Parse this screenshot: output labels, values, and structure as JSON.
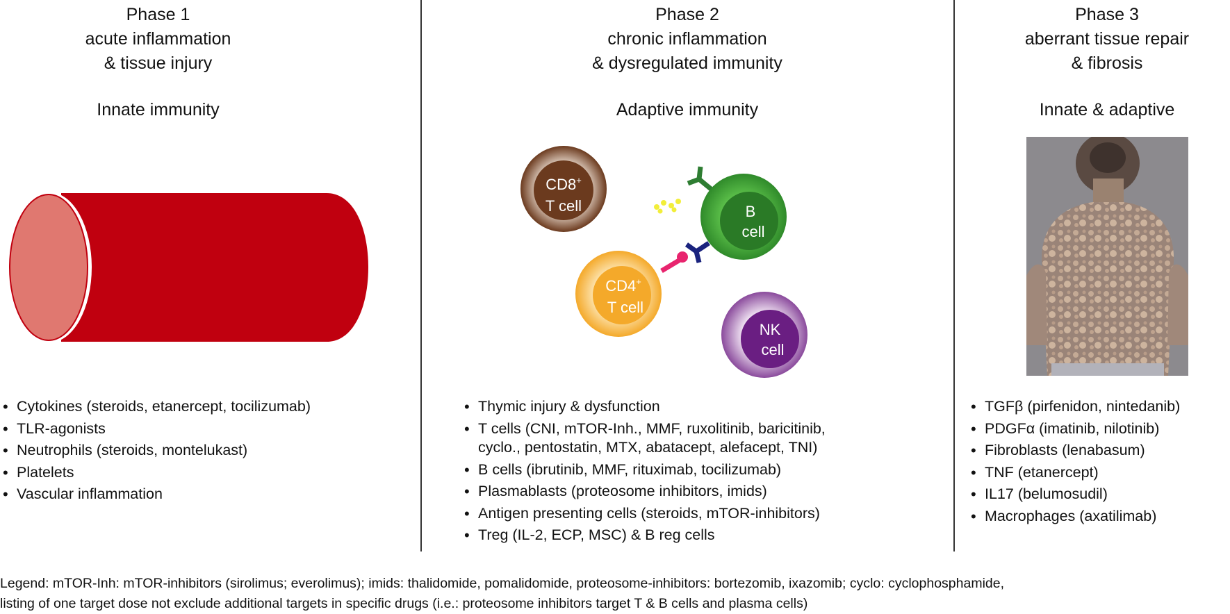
{
  "phases": [
    {
      "title": "Phase 1",
      "line2": "acute inflammation",
      "line3": "& tissue injury",
      "immunity": "Innate immunity",
      "bullets": [
        "Cytokines (steroids, etanercept, tocilizumab)",
        "TLR-agonists",
        "Neutrophils (steroids, montelukast)",
        "Platelets",
        "Vascular inflammation"
      ]
    },
    {
      "title": "Phase 2",
      "line2": "chronic inflammation",
      "line3": "& dysregulated immunity",
      "immunity": "Adaptive immunity",
      "bullets": [
        "Thymic injury & dysfunction",
        "T cells (CNI, mTOR-Inh., MMF, ruxolitinib, baricitinib,",
        "cyclo., pentostatin, MTX, abatacept, alefacept, TNI)",
        "B cells (ibrutinib, MMF, rituximab, tocilizumab)",
        "Plasmablasts (proteosome inhibitors, imids)",
        "Antigen presenting cells (steroids, mTOR-inhibitors)",
        "Treg (IL-2, ECP, MSC) & B reg cells"
      ]
    },
    {
      "title": "Phase 3",
      "line2": "aberrant tissue repair",
      "line3": "& fibrosis",
      "immunity": "Innate & adaptive",
      "bullets": [
        "TGFβ (pirfenidon, nintedanib)",
        "PDGFα (imatinib, nilotinib)",
        "Fibroblasts (lenabasum)",
        "TNF (etanercept)",
        "IL17 (belumosudil)",
        "Macrophages (axatilimab)"
      ]
    }
  ],
  "cells": {
    "cd8_line1": "CD8",
    "cd8_sup": "+",
    "cd8_line2": "T cell",
    "b_line1": "B",
    "b_line2": "cell",
    "cd4_line1": "CD4",
    "cd4_sup": "+",
    "cd4_line2": "T cell",
    "nk_line1": "NK",
    "nk_line2": "cell"
  },
  "colors": {
    "vessel": "#c0000f",
    "vessel_end": "#e07870",
    "cd8": "#6b3a1e",
    "b_cell": "#2f8a2a",
    "cd4": "#f4a92a",
    "nk": "#6a1e82",
    "receptor_navy": "#1a237e",
    "ligand_pink": "#e8246e",
    "antibody_green": "#2e7d32",
    "cytokine_yellow": "#f2ee3a"
  },
  "legend": {
    "line1": "Legend: mTOR-Inh: mTOR-inhibitors (sirolimus; everolimus); imids: thalidomide, pomalidomide, proteosome-inhibitors: bortezomib, ixazomib; cyclo: cyclophosphamide,",
    "line2": "listing of one target dose not exclude additional targets in specific drugs (i.e.: proteosome inhibitors target T & B cells and plasma cells)"
  }
}
